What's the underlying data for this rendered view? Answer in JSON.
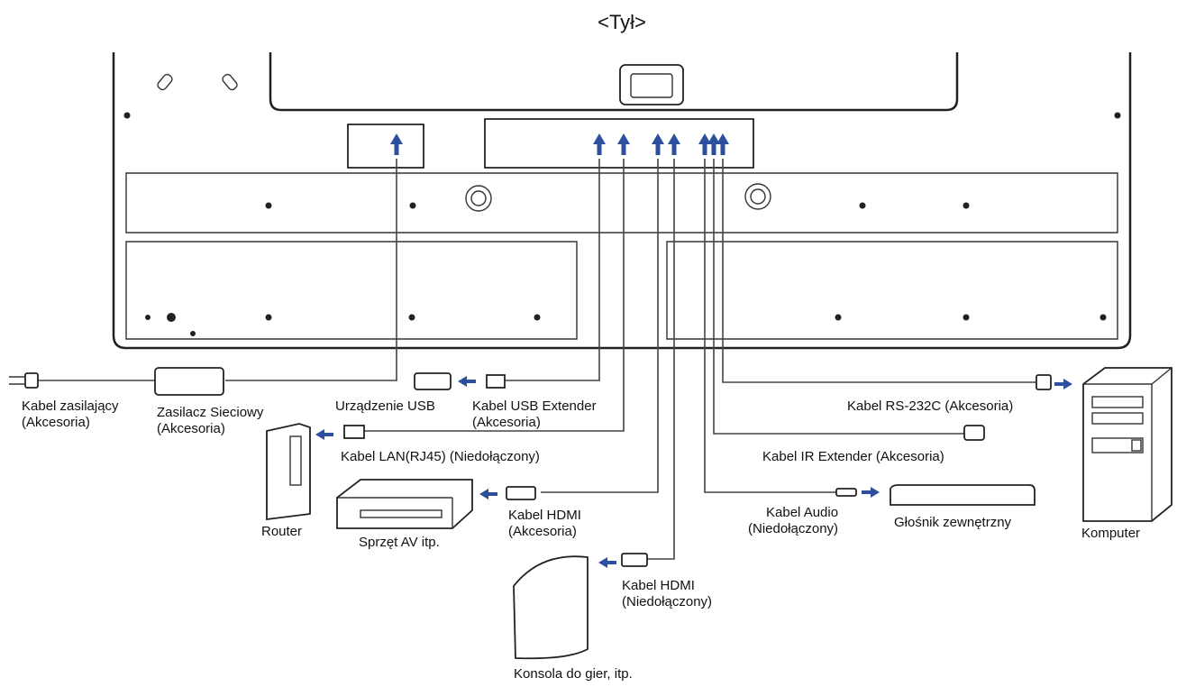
{
  "title": "<Tył>",
  "colors": {
    "arrow": "#2c4f9e",
    "line": "#222222"
  },
  "labels": {
    "power_cable": [
      "Kabel zasilający",
      "(Akcesoria)"
    ],
    "ac_adapter": [
      "Zasilacz Sieciowy",
      "(Akcesoria)"
    ],
    "usb_device": "Urządzenie USB",
    "usb_extender": [
      "Kabel USB Extender",
      "(Akcesoria)"
    ],
    "lan_cable": "Kabel LAN(RJ45) (Niedołączony)",
    "router": "Router",
    "av_equipment": "Sprzęt AV itp.",
    "hdmi_acc": [
      "Kabel HDMI",
      "(Akcesoria)"
    ],
    "hdmi_not": [
      "Kabel HDMI",
      "(Niedołączony)"
    ],
    "game_console": "Konsola do gier, itp.",
    "rs232c": "Kabel RS-232C (Akcesoria)",
    "ir_extender": "Kabel IR Extender (Akcesoria)",
    "audio_cable": [
      "Kabel Audio",
      "(Niedołączony)"
    ],
    "speaker": "Głośnik zewnętrzny",
    "computer": "Komputer"
  }
}
